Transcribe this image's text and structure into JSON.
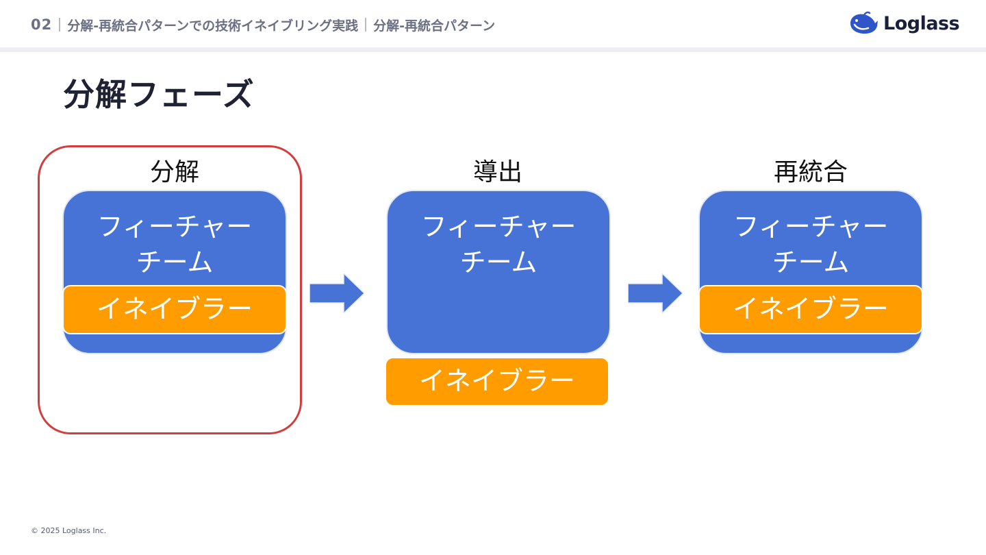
{
  "header": {
    "section_number": "02",
    "breadcrumb_1": "分解-再統合パターンでの技術イネイブリング実践",
    "breadcrumb_2": "分解-再統合パターン",
    "logo_text": "Loglass"
  },
  "page_title": "分解フェーズ",
  "stages": [
    {
      "label": "分解",
      "team": "フィーチャー\nチーム",
      "enabler": "イネイブラー"
    },
    {
      "label": "導出",
      "team": "フィーチャー\nチーム",
      "enabler": "イネイブラー"
    },
    {
      "label": "再統合",
      "team": "フィーチャー\nチーム",
      "enabler": "イネイブラー"
    }
  ],
  "colors": {
    "team_blue": "#4873d6",
    "enabler_orange": "#fe9c00",
    "highlight_red": "#d43d3d",
    "arrow_blue": "#4873d6"
  },
  "footer": {
    "copyright": "© 2025 Loglass Inc."
  }
}
